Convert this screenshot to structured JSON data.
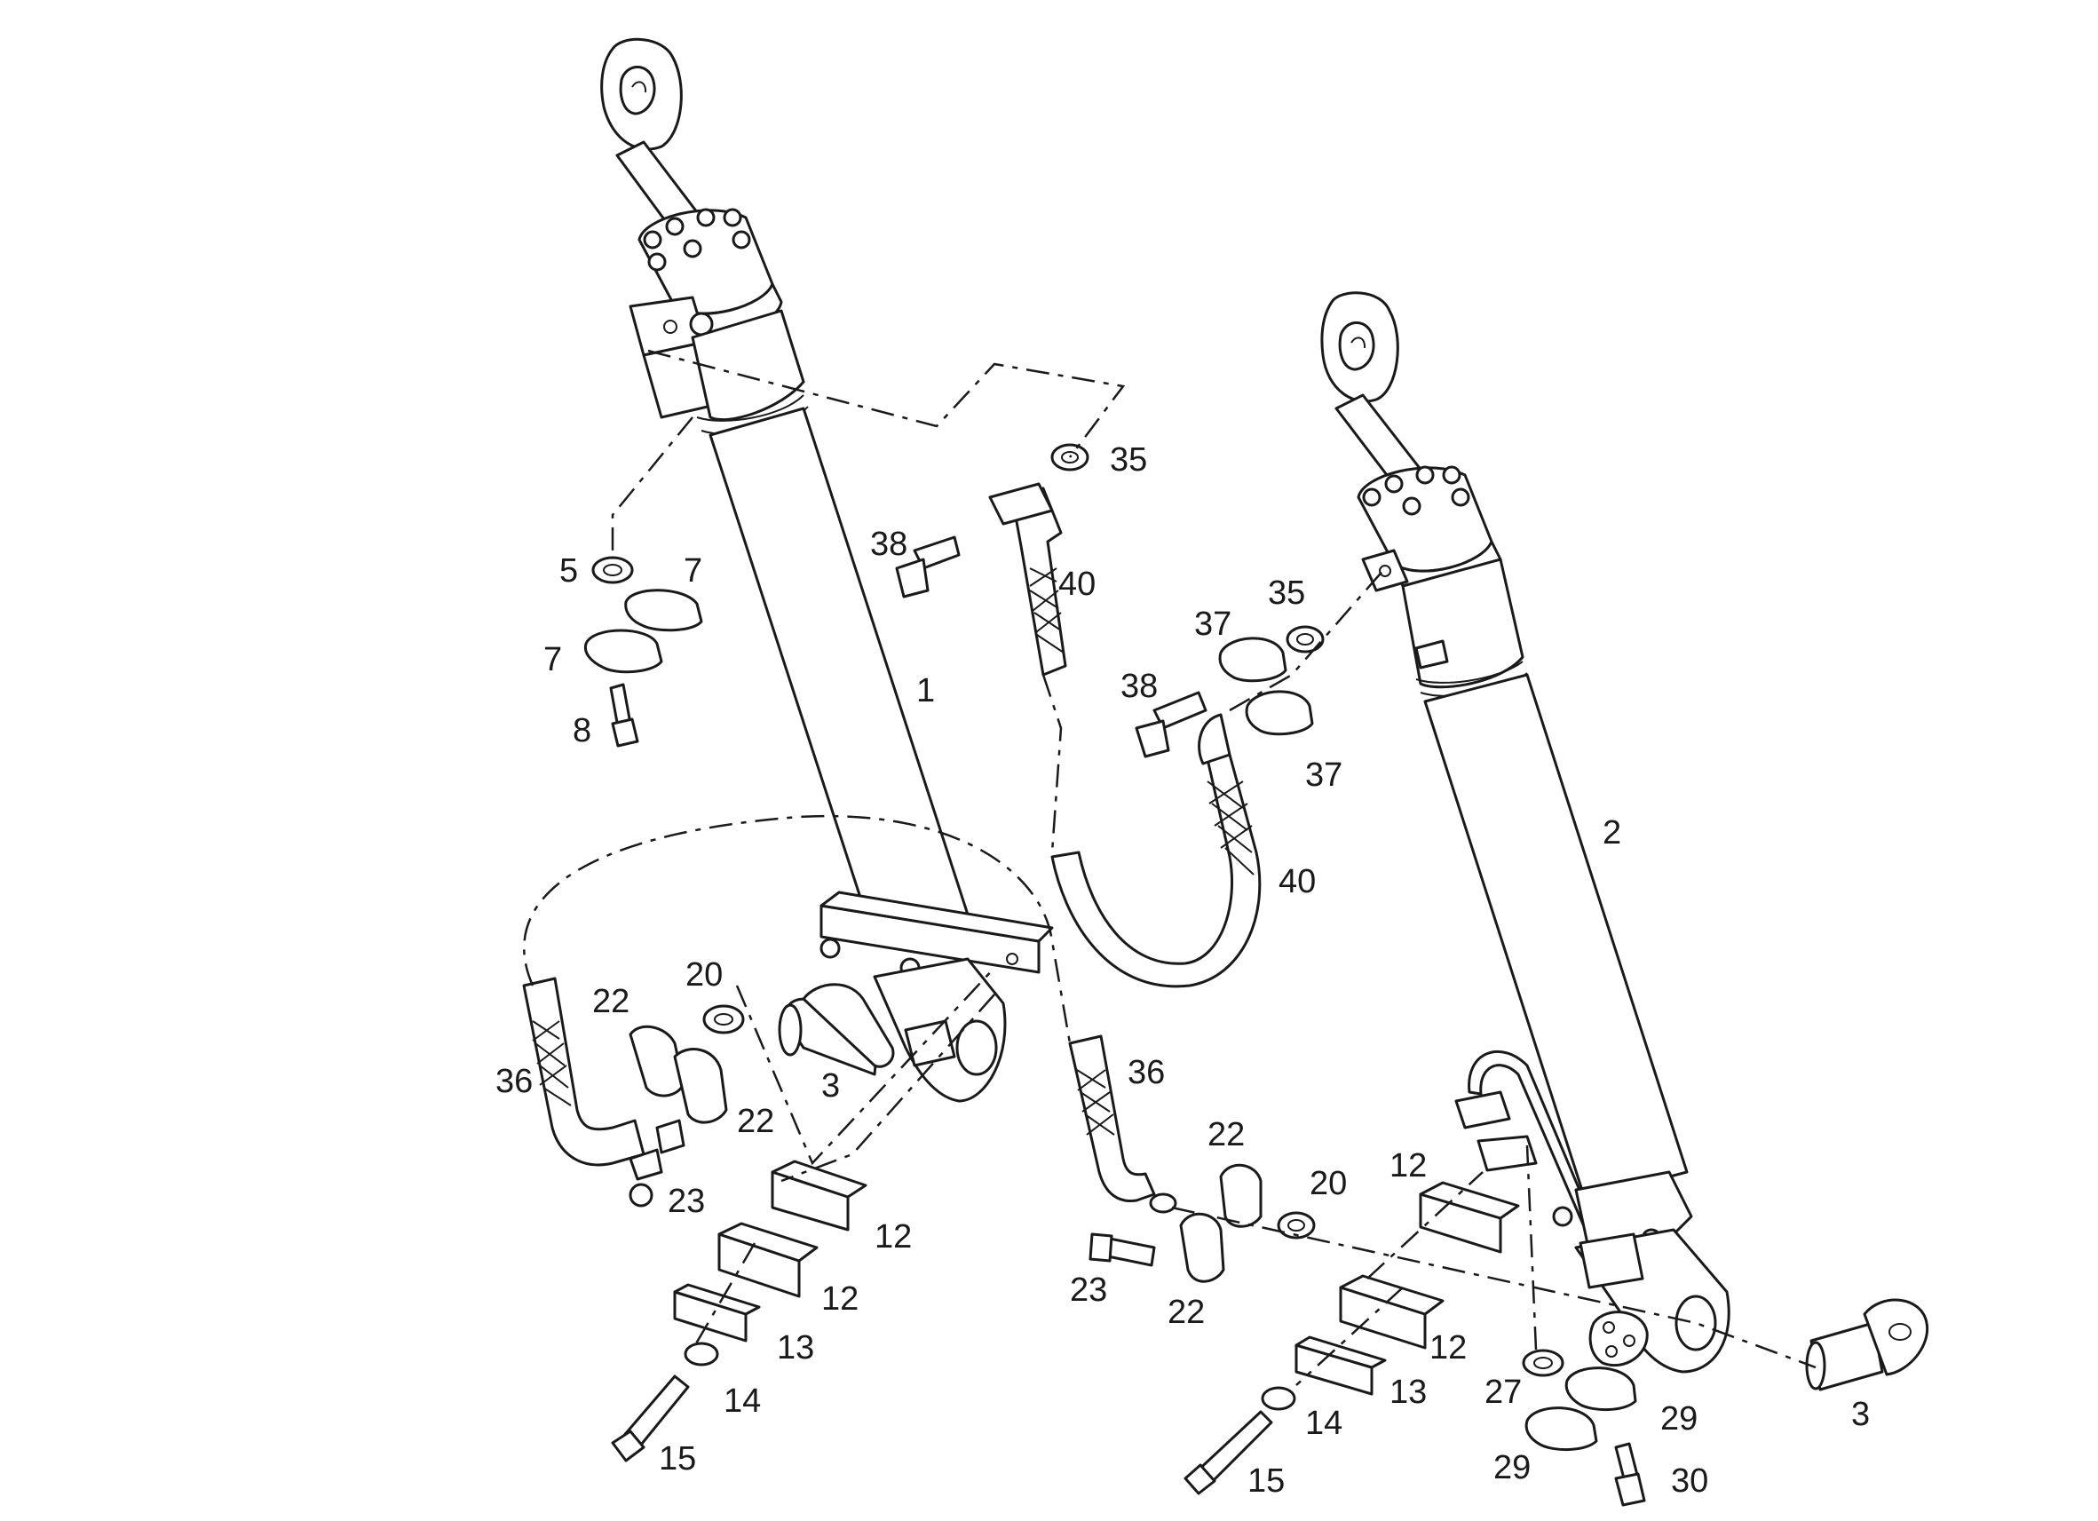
{
  "diagram": {
    "labels": [
      "1",
      "2",
      "3",
      "3",
      "5",
      "7",
      "7",
      "8",
      "12",
      "12",
      "12",
      "12",
      "13",
      "13",
      "14",
      "14",
      "15",
      "15",
      "20",
      "20",
      "22",
      "22",
      "22",
      "22",
      "23",
      "23",
      "27",
      "29",
      "29",
      "30",
      "35",
      "35",
      "36",
      "36",
      "37",
      "37",
      "38",
      "38",
      "40",
      "40"
    ]
  },
  "callouts": {
    "c1": "1",
    "c2": "2",
    "c3a": "3",
    "c3b": "3",
    "c5": "5",
    "c7a": "7",
    "c7b": "7",
    "c8": "8",
    "c12a": "12",
    "c12b": "12",
    "c12c": "12",
    "c12d": "12",
    "c13a": "13",
    "c13b": "13",
    "c14a": "14",
    "c14b": "14",
    "c15a": "15",
    "c15b": "15",
    "c20a": "20",
    "c20b": "20",
    "c22a": "22",
    "c22b": "22",
    "c22c": "22",
    "c22d": "22",
    "c23a": "23",
    "c23b": "23",
    "c27": "27",
    "c29a": "29",
    "c29b": "29",
    "c30": "30",
    "c35a": "35",
    "c35b": "35",
    "c36a": "36",
    "c36b": "36",
    "c37a": "37",
    "c37b": "37",
    "c38a": "38",
    "c38b": "38",
    "c40a": "40",
    "c40b": "40"
  },
  "colors": {
    "ink": "#1a1a1a",
    "paper": "#ffffff"
  }
}
